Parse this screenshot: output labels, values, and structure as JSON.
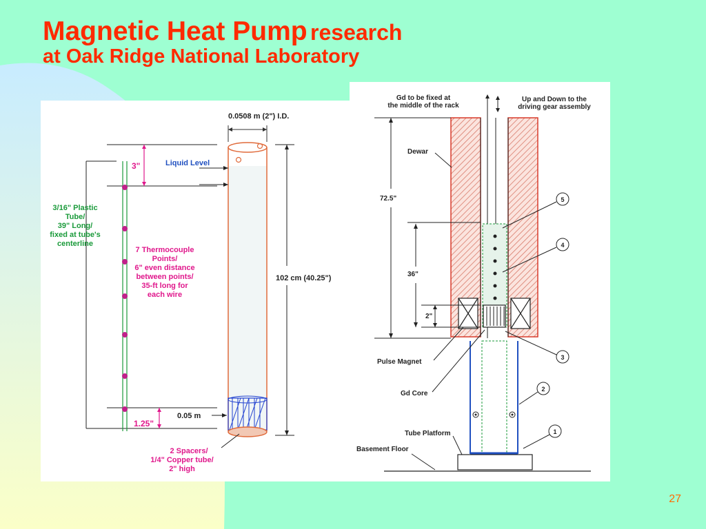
{
  "slide": {
    "title_main": "Magnetic Heat Pump",
    "title_suffix": "research",
    "title_line2": "at Oak Ridge National Laboratory",
    "page_number": "27"
  },
  "left_diagram": {
    "id_label": "0.0508 m (2\") I.D.",
    "liquid_level": "Liquid Level",
    "dim_3in": "3\"",
    "plastic_tube": [
      "3/16\" Plastic",
      "Tube/",
      "39\" Long/",
      "fixed at tube's",
      "centerline"
    ],
    "thermocouple": [
      "7 Thermocouple",
      "Points/",
      "6\" even distance",
      "between points/",
      "35-ft long for",
      "each wire"
    ],
    "length": "102 cm (40.25\")",
    "dim_005": "0.05 m",
    "dim_125": "1.25\"",
    "spacers": [
      "2 Spacers/",
      "1/4\" Copper tube/",
      "2\" high"
    ]
  },
  "right_diagram": {
    "gd_fixed": [
      "Gd to be fixed at",
      "the middle of the rack"
    ],
    "up_down": [
      "Up and Down to the",
      "driving gear assembly"
    ],
    "dewar": "Dewar",
    "dim_725": "72.5\"",
    "dim_36": "36\"",
    "dim_2": "2\"",
    "pulse_magnet": "Pulse Magnet",
    "gd_core": "Gd Core",
    "tube_platform": "Tube Platform",
    "basement_floor": "Basement Floor",
    "callouts": [
      "1",
      "2",
      "3",
      "4",
      "5"
    ]
  },
  "colors": {
    "background": "#9effd2",
    "title": "#ff2a00",
    "magenta": "#e0188c",
    "green": "#1a9a3a",
    "blue": "#2050c0",
    "orange": "#e06a3a",
    "dewar_red": "#d83a2a",
    "page_number": "#ff6a00"
  }
}
